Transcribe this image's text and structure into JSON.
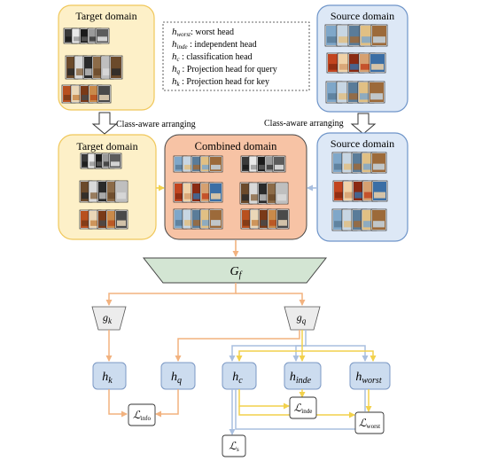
{
  "panels": {
    "target_top": "Target domain",
    "source_top": "Source domain",
    "target_mid": "Target domain",
    "combined": "Combined domain",
    "source_mid": "Source domain"
  },
  "arranging": {
    "left": "Class-aware arranging",
    "right": "Class-aware arranging"
  },
  "legend": [
    {
      "sym": "h",
      "sub": "worst",
      "desc": ": worst head"
    },
    {
      "sym": "h",
      "sub": "inde",
      "desc": " : independent head"
    },
    {
      "sym": "h",
      "sub": "c",
      "desc": " : classification head"
    },
    {
      "sym": "h",
      "sub": "q",
      "desc": " : Projection head for query"
    },
    {
      "sym": "h",
      "sub": "k",
      "desc": " : Projection head for key"
    }
  ],
  "nodes": {
    "gf": {
      "sym": "G",
      "sub": "f"
    },
    "gk": {
      "sym": "g",
      "sub": "k"
    },
    "gq": {
      "sym": "g",
      "sub": "q"
    },
    "hk": {
      "sym": "h",
      "sub": "k"
    },
    "hq": {
      "sym": "h",
      "sub": "q"
    },
    "hc": {
      "sym": "h",
      "sub": "c"
    },
    "hinde": {
      "sym": "h",
      "sub": "inde"
    },
    "hworst": {
      "sym": "h",
      "sub": "worst"
    }
  },
  "losses": {
    "info": {
      "sym": "ℒ",
      "sub": "info"
    },
    "inde": {
      "sym": "ℒ",
      "sub": "inde"
    },
    "worst": {
      "sym": "ℒ",
      "sub": "worst"
    },
    "s": {
      "sym": "ℒ",
      "sub": "s"
    }
  },
  "colors": {
    "target_fill": "#fdf0c8",
    "target_stroke": "#f0c75a",
    "source_fill": "#dde8f6",
    "source_stroke": "#6f95c9",
    "combined_fill": "#f7c3a5",
    "combined_stroke": "#444444",
    "gf_fill": "#d3e5d3",
    "node_fill": "#ccdcef",
    "node_stroke": "#7b98c4",
    "arrow_orange": "#f2b27f",
    "arrow_blue": "#b6c9e2",
    "arrow_yellow": "#f2d14c"
  }
}
